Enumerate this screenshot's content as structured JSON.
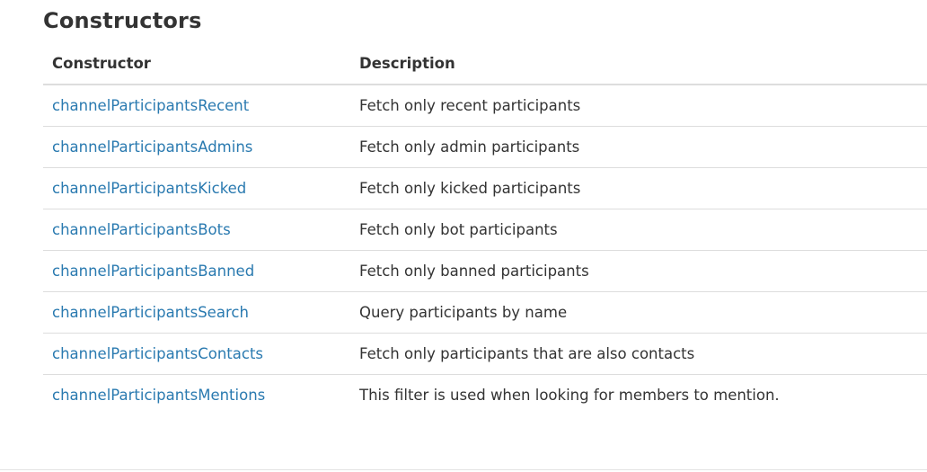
{
  "section": {
    "title": "Constructors"
  },
  "table": {
    "headers": {
      "constructor": "Constructor",
      "description": "Description"
    },
    "rows": [
      {
        "constructor": "channelParticipantsRecent",
        "description": "Fetch only recent participants"
      },
      {
        "constructor": "channelParticipantsAdmins",
        "description": "Fetch only admin participants"
      },
      {
        "constructor": "channelParticipantsKicked",
        "description": "Fetch only kicked participants"
      },
      {
        "constructor": "channelParticipantsBots",
        "description": "Fetch only bot participants"
      },
      {
        "constructor": "channelParticipantsBanned",
        "description": "Fetch only banned participants"
      },
      {
        "constructor": "channelParticipantsSearch",
        "description": "Query participants by name"
      },
      {
        "constructor": "channelParticipantsContacts",
        "description": "Fetch only participants that are also contacts"
      },
      {
        "constructor": "channelParticipantsMentions",
        "description": "This filter is used when looking for members to mention."
      }
    ]
  },
  "colors": {
    "link": "#2a7ab0",
    "text": "#333333",
    "border": "#dddddd"
  }
}
